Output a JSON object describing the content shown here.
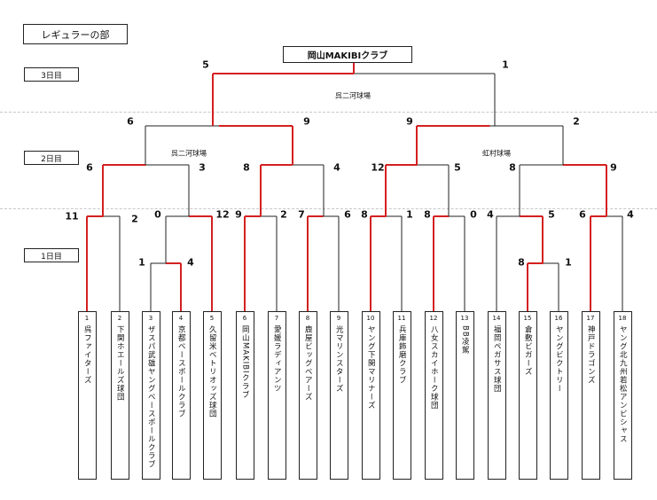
{
  "header": {
    "title": "レギュラーの部",
    "champion": "岡山MAKIBIクラブ"
  },
  "days": [
    "3日目",
    "2日目",
    "1日目"
  ],
  "venues": [
    "呉二河球場",
    "呉二河球場",
    "虹村球場"
  ],
  "teams": [
    {
      "no": "1",
      "name": "呉ファイターズ"
    },
    {
      "no": "2",
      "name": "下関ホエールズ球団"
    },
    {
      "no": "3",
      "name": "ザスパ武雄ヤングベースボールクラブ"
    },
    {
      "no": "4",
      "name": "京都ベースボールクラブ"
    },
    {
      "no": "5",
      "name": "久留米ベトリオッズ球団"
    },
    {
      "no": "6",
      "name": "岡山MAKIBIクラブ"
    },
    {
      "no": "7",
      "name": "愛媛ラディアンツ"
    },
    {
      "no": "8",
      "name": "鹿屋ビッグベアーズ"
    },
    {
      "no": "9",
      "name": "光マリンスターズ"
    },
    {
      "no": "10",
      "name": "ヤング下関マリナーズ"
    },
    {
      "no": "11",
      "name": "兵庫飾磨クラブ"
    },
    {
      "no": "12",
      "name": "八女スカイホーク球団"
    },
    {
      "no": "13",
      "name": "BB凌駕"
    },
    {
      "no": "14",
      "name": "福岡ペガサス球団"
    },
    {
      "no": "15",
      "name": "倉敷ビガーズ"
    },
    {
      "no": "16",
      "name": "ヤングビクトリー"
    },
    {
      "no": "17",
      "name": "神戸ドラゴンズ"
    },
    {
      "no": "18",
      "name": "ヤング北九州若松アンビシャス"
    }
  ],
  "scores": [
    "5",
    "1",
    "6",
    "9",
    "9",
    "2",
    "6",
    "3",
    "8",
    "4",
    "12",
    "5",
    "8",
    "9",
    "11",
    "2",
    "0",
    "12",
    "9",
    "2",
    "7",
    "6",
    "8",
    "1",
    "8",
    "0",
    "4",
    "5",
    "6",
    "4",
    "1",
    "4",
    "8",
    "1"
  ],
  "colors": {
    "win": "#d42020",
    "line": "#222222"
  }
}
